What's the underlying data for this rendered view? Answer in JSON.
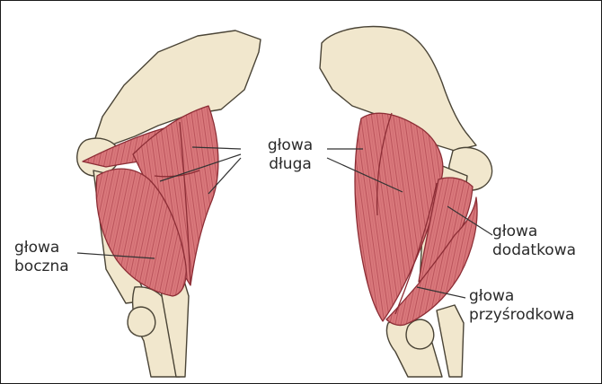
{
  "labels": {
    "long_head": [
      "głowa",
      "długa"
    ],
    "lateral_head": [
      "głowa",
      "boczna"
    ],
    "accessory_head": [
      "głowa",
      "dodatkowa"
    ],
    "medial_head": [
      "głowa",
      "przyśrodkowa"
    ]
  },
  "colors": {
    "bone": "#f1e7cd",
    "bone_outline": "#4a4436",
    "muscle": "#d9787b",
    "muscle_line": "#8c2d35",
    "leader": "#333333",
    "frame": "#1a1a1a"
  }
}
